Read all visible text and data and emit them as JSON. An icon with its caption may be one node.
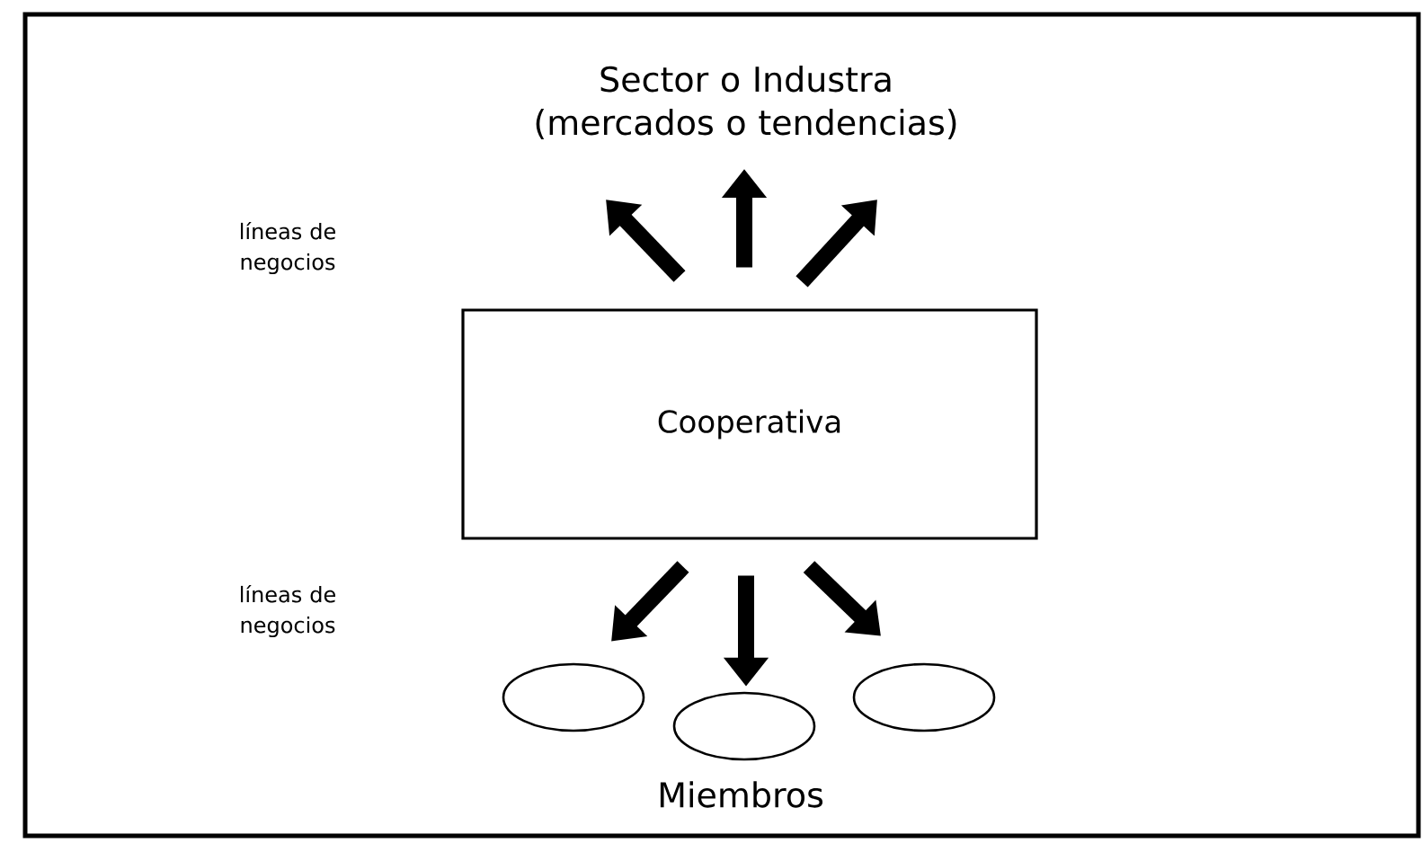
{
  "diagram": {
    "nodes": [
      {
        "text": [
          "Sector o Industra (mercados o tendencias)"
        ]
      },
      {
        "text": [
          "Cooperativa"
        ]
      },
      {
        "text": [],
        "shape": "ellipse"
      },
      {
        "text": [],
        "shape": "ellipse"
      },
      {
        "text": [],
        "shape": "ellipse"
      }
    ],
    "edges": [
      {
        "from": 1,
        "to": 0,
        "arrow": "to"
      },
      {
        "from": 1,
        "to": 0,
        "arrow": "to"
      },
      {
        "from": 1,
        "to": 0,
        "arrow": "to"
      },
      {
        "from": 1,
        "to": 2,
        "arrow": "to"
      },
      {
        "from": 1,
        "to": 3,
        "arrow": "to"
      },
      {
        "from": 1,
        "to": 4,
        "arrow": "to"
      }
    ],
    "labels": [
      "líneas de negocios",
      "líneas de negocios",
      "Miembros"
    ]
  }
}
